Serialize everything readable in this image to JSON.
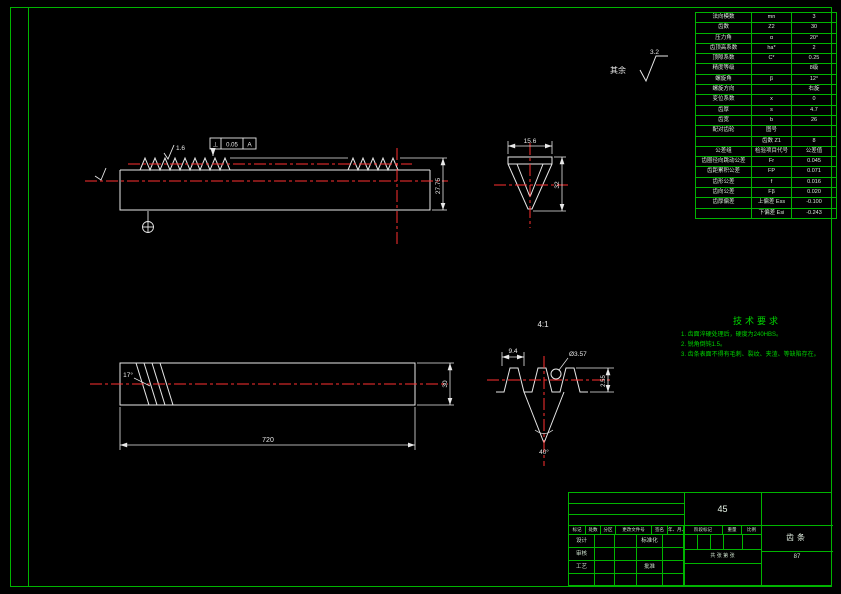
{
  "colors": {
    "background": "#000000",
    "frame": "#00b400",
    "lines": "#e8e8e8",
    "centerline": "#ff3030",
    "green_text": "#00d400"
  },
  "note": {
    "prefix": "其余",
    "value": "3.2"
  },
  "dims": {
    "side_height": "27.75",
    "tooth_roughness": "1.6",
    "fcf_symbol": "⊥",
    "fcf_tolerance": "0.05",
    "fcf_datum": "A",
    "section_width": "15.6",
    "section_height": "32",
    "top_length": "720",
    "top_width": "30",
    "end_angle": "17°",
    "detail_label": "4:1",
    "detail_pitch": "9.4",
    "detail_pin": "Ø3.57",
    "detail_depth": "2.55",
    "detail_angle": "40°"
  },
  "parameter_table": {
    "rows": [
      [
        "法向模数",
        "mn",
        "3"
      ],
      [
        "齿数",
        "Z2",
        "30"
      ],
      [
        "压力角",
        "α",
        "20°"
      ],
      [
        "齿顶高系数",
        "ha*",
        "2"
      ],
      [
        "顶隙系数",
        "C*",
        "0.25"
      ],
      [
        "精度等级",
        "",
        "8级"
      ],
      [
        "螺旋角",
        "β",
        "12°"
      ],
      [
        "螺旋方向",
        "",
        "右旋"
      ],
      [
        "变位系数",
        "x",
        "0"
      ],
      [
        "齿厚",
        "s",
        "4.7"
      ],
      [
        "齿宽",
        "b",
        "26"
      ],
      [
        "配对齿轮",
        "图号",
        ""
      ],
      [
        "",
        "齿数 Z1",
        "8"
      ],
      [
        "公差组",
        "检验项目代号",
        "公差值"
      ],
      [
        "齿圈径向跳动公差",
        "Fr",
        "0.045"
      ],
      [
        "齿距累积公差",
        "FP",
        "0.071"
      ],
      [
        "齿形公差",
        "f",
        "0.016"
      ],
      [
        "齿向公差",
        "Fβ",
        "0.020"
      ],
      [
        "齿厚偏差",
        "上偏差 Ess",
        "-0.100"
      ],
      [
        "",
        "下偏差 Esi",
        "-0.243"
      ]
    ]
  },
  "tech_requirements": {
    "title": "技术要求",
    "items": [
      "1. 齿面淬硬处理后，硬度为240HBS。",
      "2. 锐角倒钝1.5。",
      "3. 齿条表面不得有毛刺、裂纹、夹渣、等缺陷存在。"
    ]
  },
  "title_block": {
    "material": "45",
    "part_name": "齿条",
    "drawing_no": "87",
    "revision_header": [
      "标记",
      "处数",
      "分区",
      "更改文件号",
      "签名",
      "年、月、日"
    ],
    "sign_rows": [
      [
        "设计",
        "标准化"
      ],
      [
        "审核",
        ""
      ],
      [
        "工艺",
        "批准"
      ],
      [
        "",
        ""
      ]
    ],
    "stage_label": "阶段标记",
    "weight_label": "重量",
    "scale_label": "比例",
    "sheet_info": "共 张 第 张"
  }
}
